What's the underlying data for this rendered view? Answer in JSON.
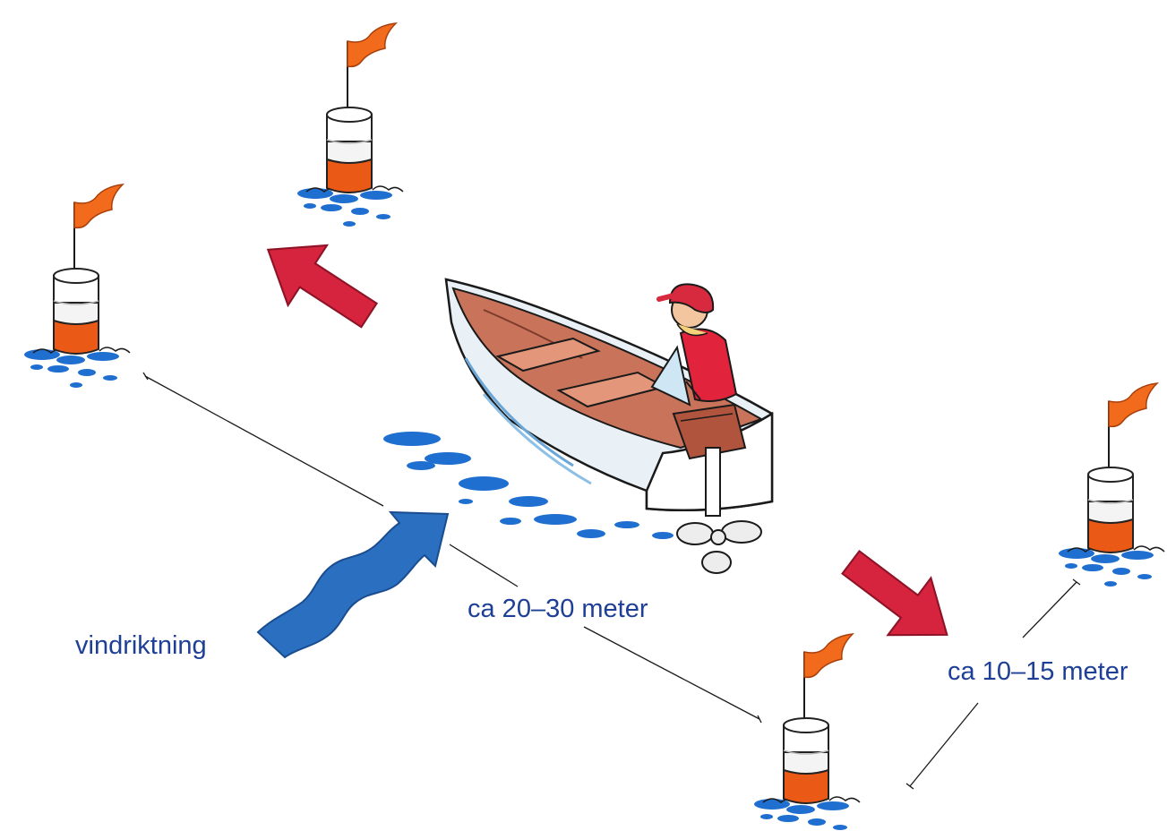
{
  "labels": {
    "wind_direction": "vindriktning",
    "long_distance": "ca 20–30 meter",
    "short_distance": "ca 10–15 meter"
  },
  "icons": {
    "buoy": "buoy-with-flag-icon",
    "boat": "motorboat-with-driver-icon",
    "course_arrow": "red-arrow-icon",
    "wind_arrow": "wavy-blue-arrow-icon"
  },
  "colors": {
    "text": "#1e3f96",
    "flag": "#f26a1b",
    "buoy_orange": "#ea5a16",
    "buoy_white": "#f4f4f4",
    "course_arrow": "#d6243f",
    "wind_arrow": "#2a6fc0",
    "water": "#1f6fd0",
    "boat_hull": "#e9f1f7",
    "boat_interior": "#c8735a",
    "measure_line": "#1a1a1a"
  }
}
